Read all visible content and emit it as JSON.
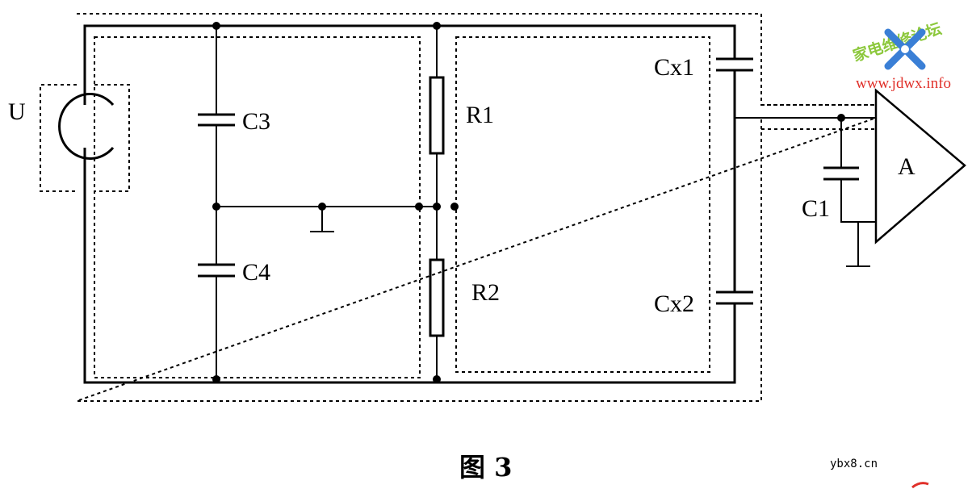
{
  "labels": {
    "source": "U",
    "c3": "C3",
    "c4": "C4",
    "r1": "R1",
    "r2": "R2",
    "cx1": "Cx1",
    "cx2": "Cx2",
    "c1": "C1",
    "amplifier": "A"
  },
  "caption": "图 3",
  "watermark": {
    "site_name": "家电维修论坛",
    "url": "www.jdwx.info",
    "source": "ybx8.cn",
    "color_green": "#8cc83c",
    "color_red": "#e0302a",
    "color_blue": "#3a7fd6"
  }
}
